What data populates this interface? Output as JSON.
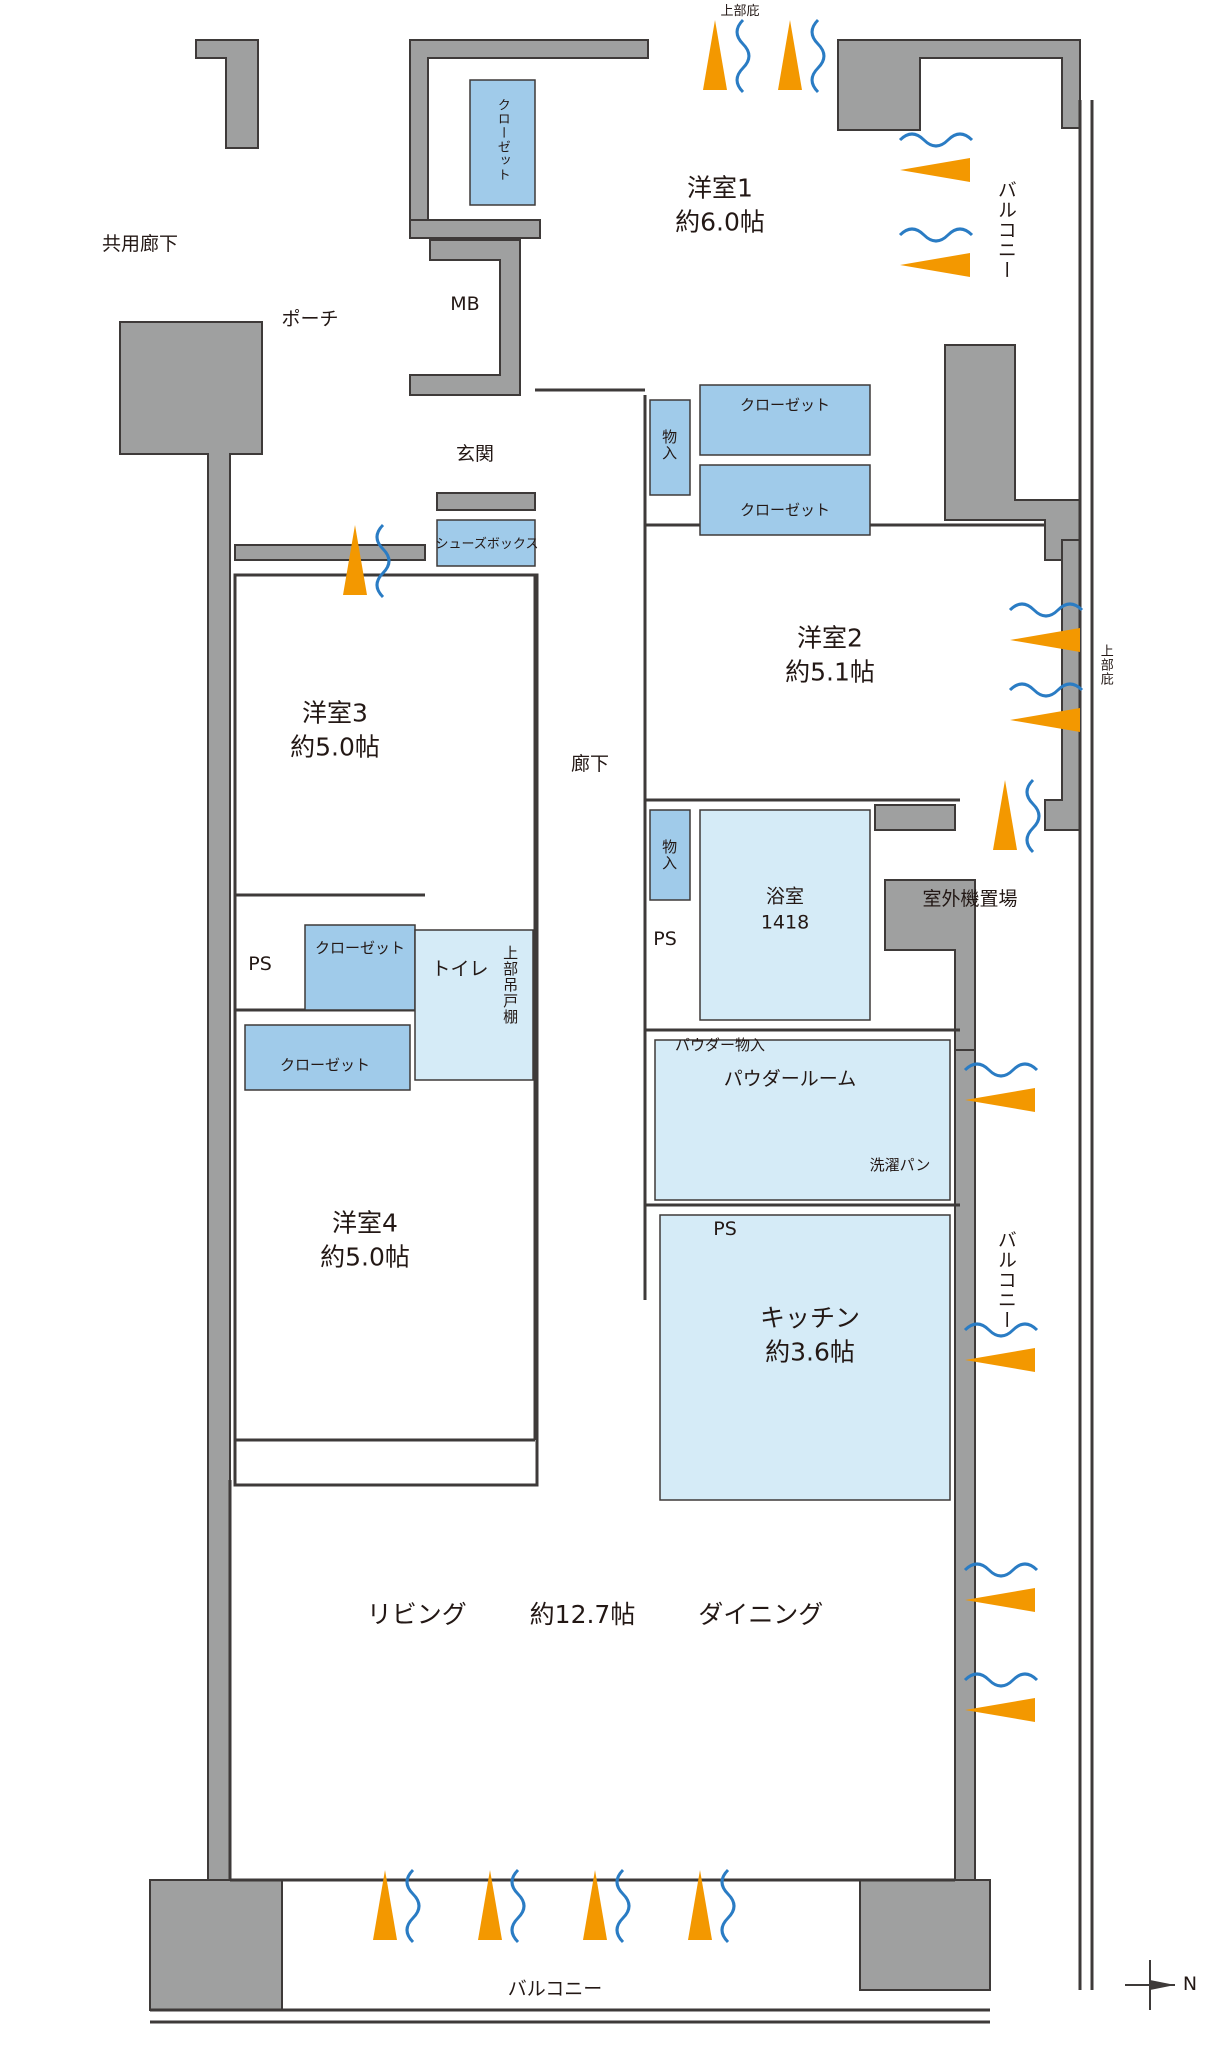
{
  "colors": {
    "wall": "#9fa0a0",
    "wall_stroke": "#3e3a39",
    "storage": "#a0cbea",
    "wet_area": "#d5ebf7",
    "airflow_arrow": "#f39800",
    "airflow_wave": "#2a7cc4"
  },
  "rooms": {
    "western1": {
      "name": "洋室1",
      "size": "約6.0帖"
    },
    "western2": {
      "name": "洋室2",
      "size": "約5.1帖"
    },
    "western3": {
      "name": "洋室3",
      "size": "約5.0帖"
    },
    "western4": {
      "name": "洋室4",
      "size": "約5.0帖"
    },
    "kitchen": {
      "name": "キッチン",
      "size": "約3.6帖"
    },
    "ld": {
      "living": "リビング",
      "size": "約12.7帖",
      "dining": "ダイニング"
    },
    "bath": {
      "name": "浴室",
      "size": "1418"
    }
  },
  "labels": {
    "common_corridor": "共用廊下",
    "porch": "ポーチ",
    "mb": "MB",
    "entrance": "玄関",
    "shoebox": "シューズボックス",
    "corridor": "廊下",
    "toilet": "トイレ",
    "toilet_cabinet": "上部吊戸棚",
    "powder_room": "パウダールーム",
    "powder_storage": "パウダー物入",
    "washer_pan": "洗濯パン",
    "outdoor_unit": "室外機置場",
    "ps_w3": "PS",
    "ps_bath": "PS",
    "ps_kitchen": "PS",
    "closet_w1": "クローゼット",
    "closet_w1b": "クローゼット",
    "closet_w2": "クローゼット",
    "closet_w3": "クローゼット",
    "closet_w4": "クローゼット",
    "storage_1": "物入",
    "storage_2": "物入",
    "balcony_east": "バルコニー",
    "balcony_east2": "バルコニー",
    "balcony_south": "バルコニー",
    "eave_top": "上部庇",
    "eave_right": "上部庇",
    "north": "N"
  }
}
